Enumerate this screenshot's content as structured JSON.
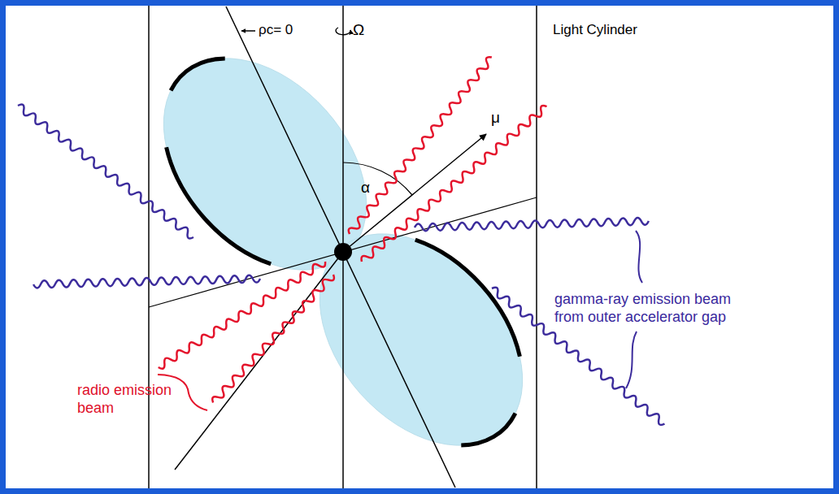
{
  "diagram": {
    "labels": [
      "ρc= 0",
      "Ω",
      "Light Cylinder",
      "μ",
      "α",
      "gamma-ray emission beam from outer accelerator gap",
      "radio emission beam"
    ]
  }
}
